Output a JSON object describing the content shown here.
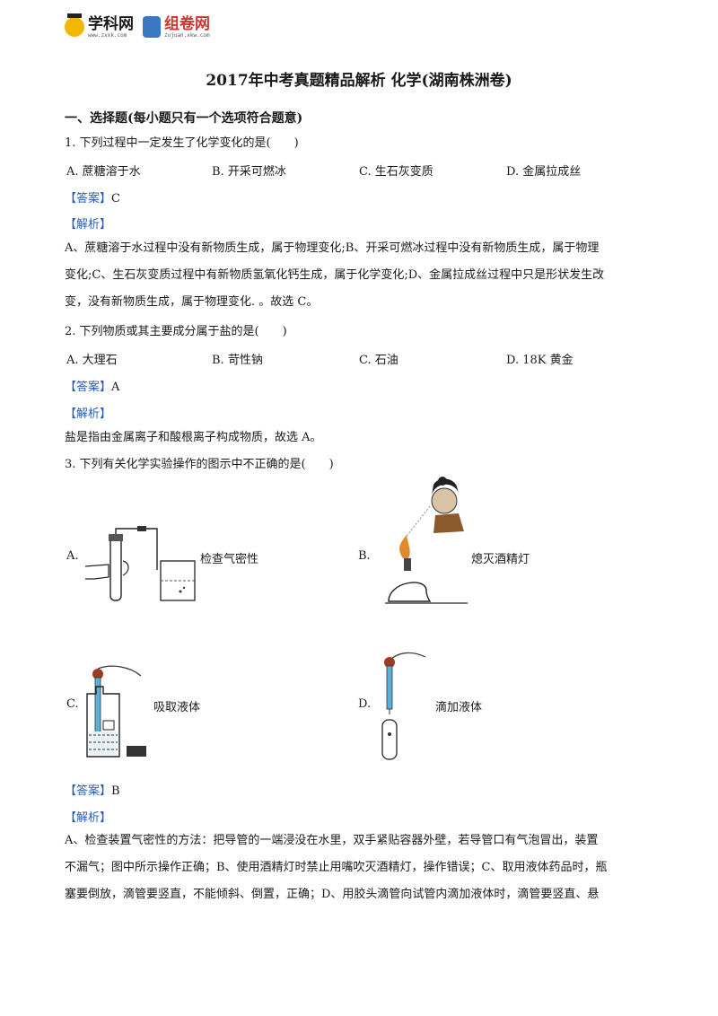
{
  "logos": {
    "logo1_name": "学科网",
    "logo1_url": "www.zxxk.com",
    "logo2_name": "组卷网",
    "logo2_url": "zujuan.xkw.com"
  },
  "title": "2017年中考真题精品解析 化学(湖南株洲卷)",
  "section_heading": "一、选择题(每小题只有一个选项符合题意)",
  "questions": [
    {
      "stem": "1. 下列过程中一定发生了化学变化的是(　　)",
      "options": [
        "A.  蔗糖溶于水",
        "B.  开采可燃冰",
        "C.  生石灰变质",
        "D.  金属拉成丝"
      ],
      "answer_tag": "【答案】",
      "answer": "C",
      "analysis_tag": "【解析】",
      "analysis_lines": [
        "A、蔗糖溶于水过程中没有新物质生成，属于物理变化;B、开采可燃冰过程中没有新物质生成，属于物理",
        "变化;C、生石灰变质过程中有新物质氢氧化钙生成，属于化学变化;D、金属拉成丝过程中只是形状发生改",
        "变，没有新物质生成，属于物理变化. 。故选 C。"
      ]
    },
    {
      "stem": "2. 下列物质或其主要成分属于盐的是(　　)",
      "options": [
        "A. 大理石",
        "B. 苛性钠",
        "C. 石油",
        "D. 18K 黄金"
      ],
      "answer_tag": "【答案】",
      "answer": "A",
      "analysis_tag": "【解析】",
      "analysis_lines": [
        "盐是指由金属离子和酸根离子构成物质，故选 A。"
      ]
    },
    {
      "stem": "3. 下列有关化学实验操作的图示中不正确的是(　　)",
      "figures": [
        {
          "letter": "A.",
          "caption": "检查气密性"
        },
        {
          "letter": "B.",
          "caption": "熄灭酒精灯"
        },
        {
          "letter": "C.",
          "caption": "吸取液体"
        },
        {
          "letter": "D.",
          "caption": "滴加液体"
        }
      ],
      "answer_tag": "【答案】",
      "answer": "B",
      "analysis_tag": "【解析】",
      "analysis_lines": [
        "A、检查装置气密性的方法：把导管的一端浸没在水里，双手紧贴容器外壁，若导管口有气泡冒出，装置",
        "不漏气；图中所示操作正确；B、使用酒精灯时禁止用嘴吹灭酒精灯，操作错误；C、取用液体药品时，瓶",
        "塞要倒放，滴管要竖直，不能倾斜、倒置，正确；D、用胶头滴管向试管内滴加液体时，滴管要竖直、悬"
      ]
    }
  ]
}
